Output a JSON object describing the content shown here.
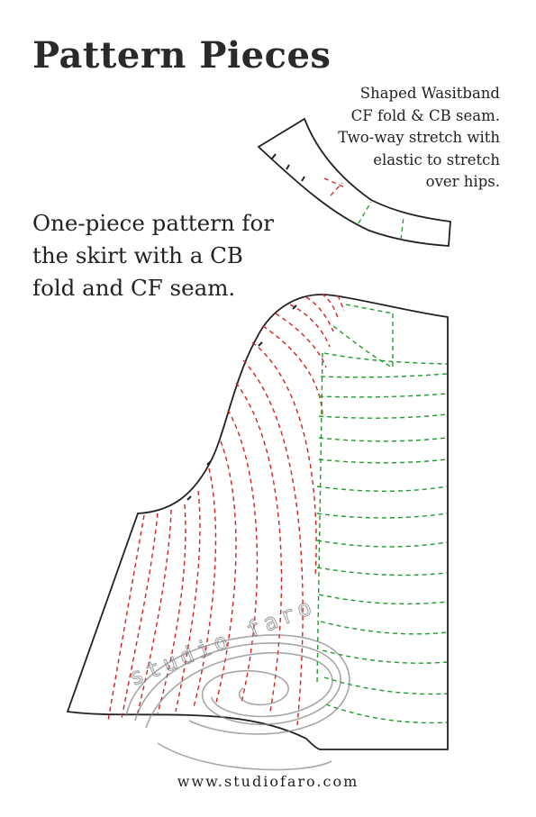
{
  "title": "Pattern Pieces",
  "waistband_note": {
    "lines": [
      "Shaped Wasitband",
      "CF fold & CB seam.",
      "Two-way stretch with",
      "elastic to stretch",
      "over hips."
    ]
  },
  "skirt_note": {
    "lines": [
      "One-piece pattern for",
      "the skirt with a CB",
      "fold and CF seam."
    ]
  },
  "watermark": {
    "text": "studio faro"
  },
  "website": "www.studiofaro.com",
  "colors": {
    "outline": "#222222",
    "red_dash": "#d62020",
    "green_dash": "#1f9a2e",
    "watermark": "#8a8a8a"
  }
}
